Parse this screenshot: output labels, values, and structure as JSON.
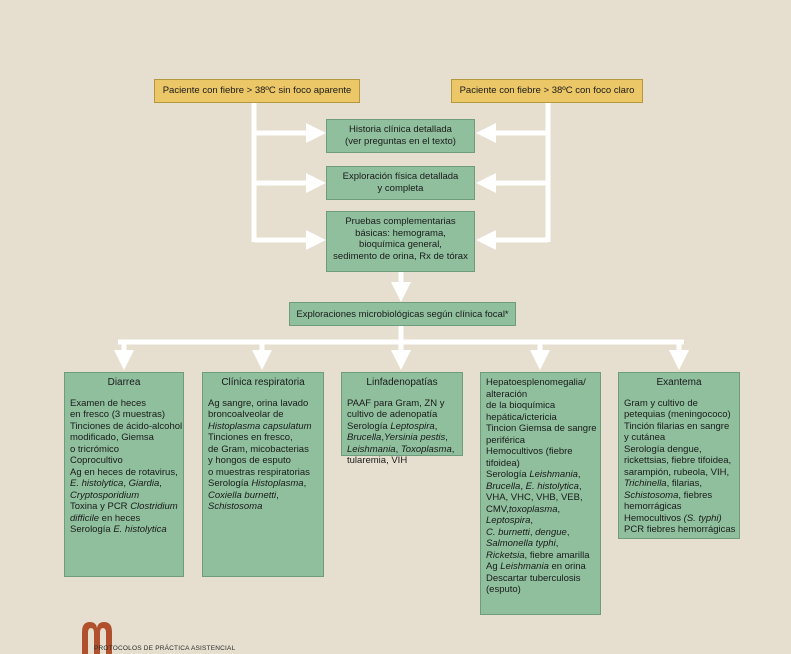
{
  "start": {
    "left": "Paciente con fiebre > 38ºC sin foco aparente",
    "right": "Paciente con fiebre > 38ºC con foco claro"
  },
  "steps": [
    [
      "Historia clínica detallada",
      "(ver preguntas en el texto)"
    ],
    [
      "Exploración física detallada",
      "y completa"
    ],
    [
      "Pruebas complementarias",
      "básicas: hemograma,",
      "bioquímica general,",
      "sedimento de orina, Rx de tórax"
    ]
  ],
  "micro": "Exploraciones microbiológicas según clínica focal*",
  "columns": [
    {
      "title": "Diarrea",
      "lines": [
        "Examen de heces",
        "en fresco (3 muestras)",
        "Tinciones de ácido-alcohol",
        "modificado, Giemsa",
        "o tricrómico",
        "Coprocultivo",
        "Ag en heces de rotavirus,",
        "*E. histolytica*, *Giardia*,",
        "*Cryptosporidium*",
        "Toxina y PCR *Clostridium*",
        "*difficile* en heces",
        "Serología *E. histolytica*"
      ]
    },
    {
      "title": "Clínica respiratoria",
      "lines": [
        "Ag sangre, orina lavado",
        "broncoalveolar de",
        "*Histoplasma capsulatum*",
        "Tinciones en fresco,",
        "de Gram, micobacterias",
        "y hongos de esputo",
        "o muestras respiratorias",
        "Serología *Histoplasma*,",
        "*Coxiella burnetti*,",
        "*Schistosoma*"
      ]
    },
    {
      "title": "Linfadenopatías",
      "lines": [
        "PAAF para Gram, ZN y",
        "cultivo de adenopatía",
        "Serología *Leptospira*,",
        "*Brucella*,*Yersinia pestis*,",
        "*Leishmania*, *Toxoplasma*,",
        "tularemia, VIH"
      ]
    },
    {
      "title": "",
      "lines": [
        "Hepatoesplenomegalia/",
        "alteración",
        "de la bioquímica",
        "hepática/ictericia",
        "Tincion Giemsa de sangre",
        "periférica",
        "Hemocultivos (fiebre",
        "tifoidea)",
        "Serología *Leishmania*,",
        "*Brucella*, *E. histolytica*,",
        "VHA, VHC, VHB, VEB,",
        "CMV,*toxoplasma*,",
        "*Leptospira*,",
        "*C. burnetti*, *dengue*,",
        "*Salmonella  typhi*,",
        "*Ricketsia*, fiebre amarilla",
        "Ag *Leishmania* en orina",
        "Descartar tuberculosis",
        "(esputo)"
      ]
    },
    {
      "title": "Exantema",
      "lines": [
        "Gram y cultivo de",
        "petequias (meningococo)",
        "Tinción filarias en sangre",
        "y cutánea",
        "Serología dengue,",
        "rickettsias,  fiebre tifoidea,",
        "sarampión, rubeola, VIH,",
        "*Trichinella*, filarias,",
        "*Schistosoma*, fiebres",
        "hemorrágicas",
        "Hemocultivos *(S. typhi)*",
        "PCR fiebres hemorrágicas"
      ]
    }
  ],
  "footer": "PROTOCOLOS DE PRÁCTICA ASISTENCIAL",
  "colors": {
    "background": "#e6dfcf",
    "yellow": "#ecc768",
    "green": "#8fbf9d",
    "arrow": "#ffffff"
  }
}
